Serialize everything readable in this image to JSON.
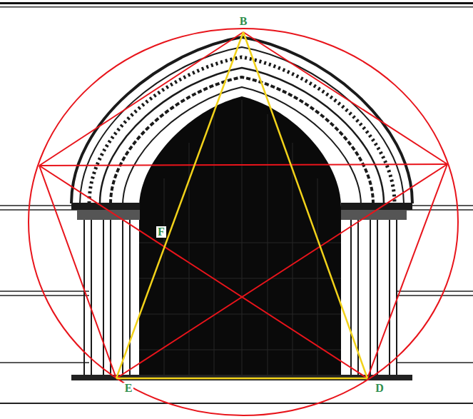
{
  "diagram": {
    "labels": [
      "B",
      "F",
      "E",
      "D"
    ]
  }
}
